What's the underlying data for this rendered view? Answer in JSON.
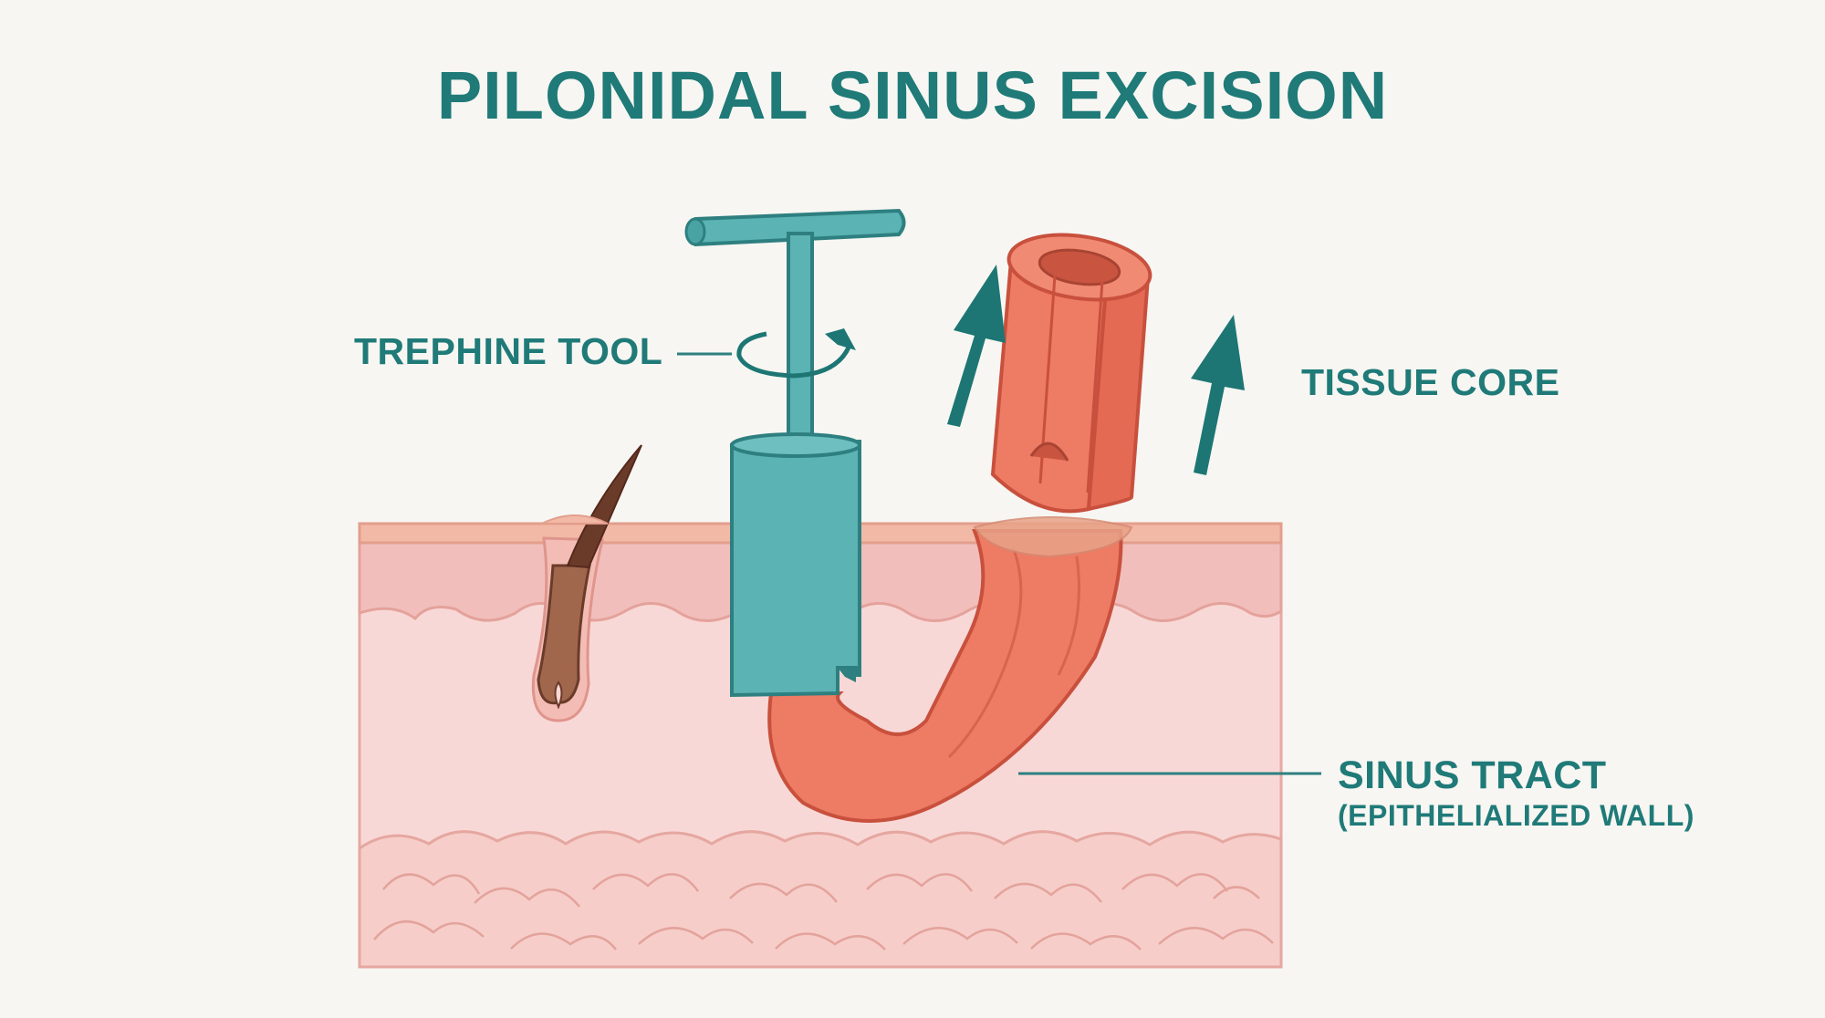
{
  "title": "PILONIDAL SINUS EXCISION",
  "labels": {
    "trephine_tool": "TREPHINE TOOL",
    "tissue_core": "TISSUE CORE",
    "sinus_tract": "SINUS TRACT",
    "sinus_tract_detail": "(EPITHELIALIZED WALL)"
  },
  "colors": {
    "teal_text": "#1f7a78",
    "tool": "#5bb3b3",
    "tool_outline": "#2e7f80",
    "arrow": "#1d7674",
    "tract": "#ee7b63",
    "tract_outline": "#c8503d",
    "skin_surface": "#f2b9a6",
    "epidermis": "#f1bebb",
    "dermis": "#f8d8d6",
    "fat": "#f6cfcb",
    "hair": "#6b3b2a",
    "background": "#f7f6f2"
  }
}
